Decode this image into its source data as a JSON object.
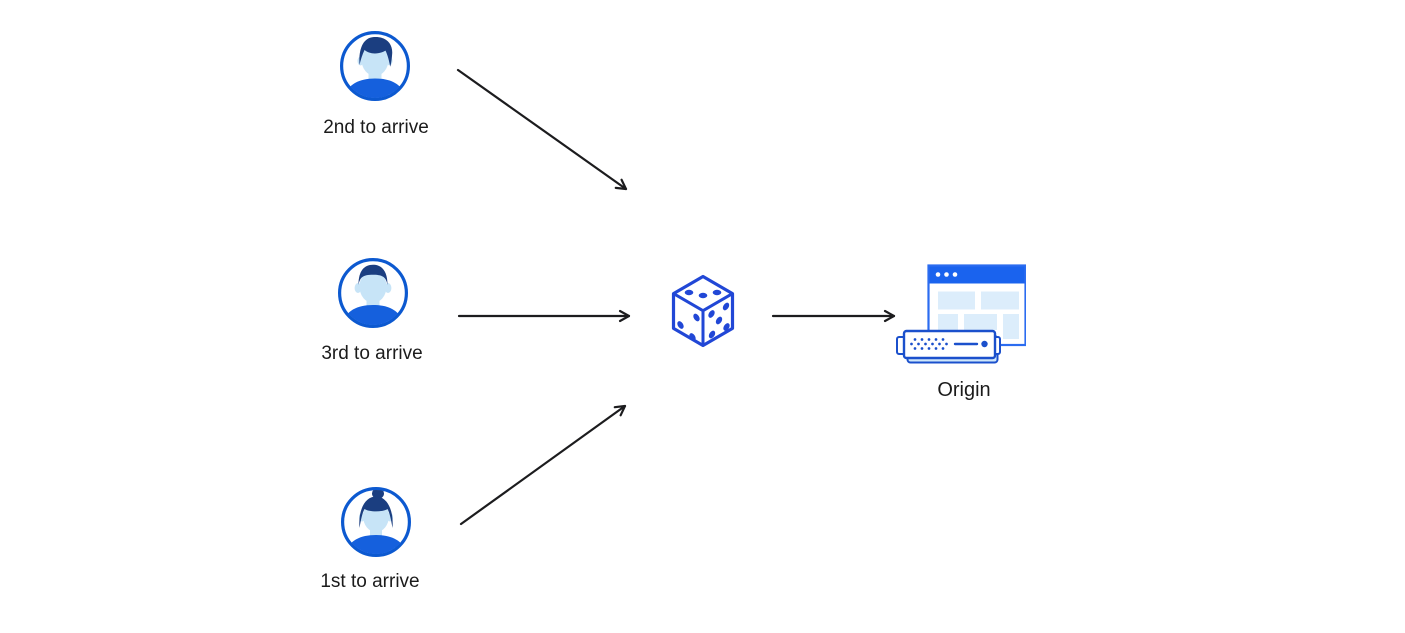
{
  "diagram": {
    "description": "Three clients arrive in different order; a dice (random choice) sits between the clients and the Origin server",
    "nodes": {
      "client2": {
        "label": "2nd to arrive",
        "icon": "avatar-man-icon"
      },
      "client3": {
        "label": "3rd to arrive",
        "icon": "avatar-man-2-icon"
      },
      "client1": {
        "label": "1st to arrive",
        "icon": "avatar-woman-icon"
      },
      "randomizer": {
        "label": "",
        "icon": "dice-icon"
      },
      "origin": {
        "label": "Origin",
        "icon": "origin-server-icon"
      }
    },
    "edges": [
      {
        "from": "client2",
        "to": "randomizer"
      },
      {
        "from": "client3",
        "to": "randomizer"
      },
      {
        "from": "client1",
        "to": "randomizer"
      },
      {
        "from": "randomizer",
        "to": "origin"
      }
    ]
  },
  "colors": {
    "background": "#ffffff",
    "arrow": "#1c1c1e",
    "label_text": "#1b1b1b",
    "avatar_stroke": "#0c59d0",
    "avatar_shirt": "#1560dd",
    "avatar_hair": "#1b3e80",
    "avatar_skin": "#c7e4f7",
    "dice_blue": "#2147d6",
    "window_titlebar": "#1a63ee",
    "window_border": "#2b6cf0",
    "window_block_fill": "#dcedfb",
    "server_stroke": "#1b50cc",
    "server_shadow_fill": "#cfe7fa"
  }
}
